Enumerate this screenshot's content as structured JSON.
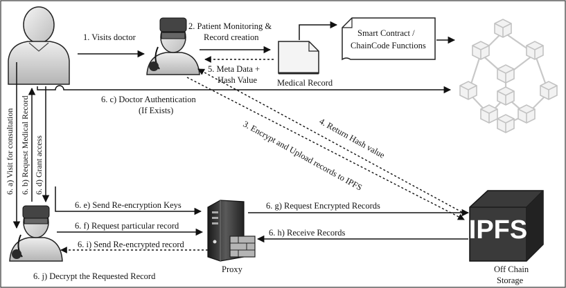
{
  "labels": {
    "visits_doctor": "1. Visits doctor",
    "monitoring_1": "2. Patient Monitoring &",
    "monitoring_2": "Record creation",
    "meta_1": "5. Meta Data +",
    "meta_2": "Hash Value",
    "medical_record": "Medical Record",
    "smart_contract_1": "Smart Contract /",
    "smart_contract_2": "ChainCode Functions",
    "doctor_auth_1": "6. c) Doctor Authentication",
    "doctor_auth_2": "(If Exists)",
    "return_hash": "4. Return Hash value",
    "encrypt_upload": "3. Encrypt and Upload records to IPFS",
    "visit_consult": "6. a) Visit for consultation",
    "request_record": "6. b) Request Medical Record",
    "grant_access": "6. d) Grant access",
    "send_keys": "6. e) Send Re-encryption Keys",
    "request_particular": "6. f) Request particular record",
    "send_reencrypted": "6. i) Send Re-encrypted record",
    "request_encrypted": "6. g) Request Encrypted Records",
    "receive_records": "6. h) Receive Records",
    "decrypt": "6. j) Decrypt the Requested Record",
    "proxy": "Proxy",
    "ipfs": "IPFS",
    "offchain_1": "Off Chain",
    "offchain_2": "Storage"
  },
  "icons": {
    "patient": "patient-user-icon",
    "doctor": "doctor-icon",
    "requester": "requester-doctor-icon",
    "document": "document-icon",
    "blockchain": "blockchain-cubes-icon",
    "proxy": "proxy-server-icon",
    "ipfs": "ipfs-cube-icon"
  },
  "colors": {
    "line": "#111111",
    "ipfs_fill": "#3a3a3a",
    "chain": "#c8c8c8"
  }
}
